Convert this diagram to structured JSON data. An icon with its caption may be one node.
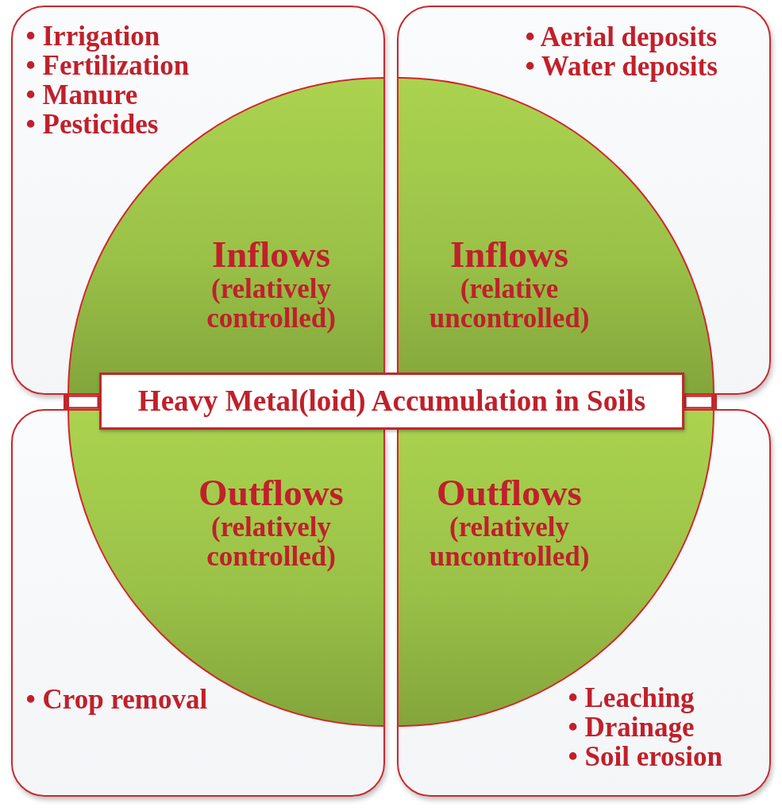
{
  "diagram": {
    "nodes": [
      {
        "text": [
          "• Irrigation",
          "• Fertilization",
          "• Manure",
          "• Pesticides"
        ]
      },
      {
        "text": [
          "• Aerial deposits",
          "• Water deposits"
        ]
      },
      {
        "text": [
          "Inflows",
          "(relatively controlled)"
        ],
        "in": 0
      },
      {
        "text": [
          "Inflows",
          "(relative uncontrolled)"
        ],
        "in": 1
      },
      {
        "text": [
          "Heavy Metal(loid) Accumulation in Soils"
        ]
      },
      {
        "text": [
          "Outflows",
          "(relatively controlled)"
        ],
        "in": 7
      },
      {
        "text": [
          "Outflows",
          "(relatively uncontrolled)"
        ],
        "in": 8
      },
      {
        "text": [
          "• Crop removal"
        ]
      },
      {
        "text": [
          "• Leaching",
          "• Drainage",
          "• Soil erosion"
        ]
      }
    ]
  }
}
